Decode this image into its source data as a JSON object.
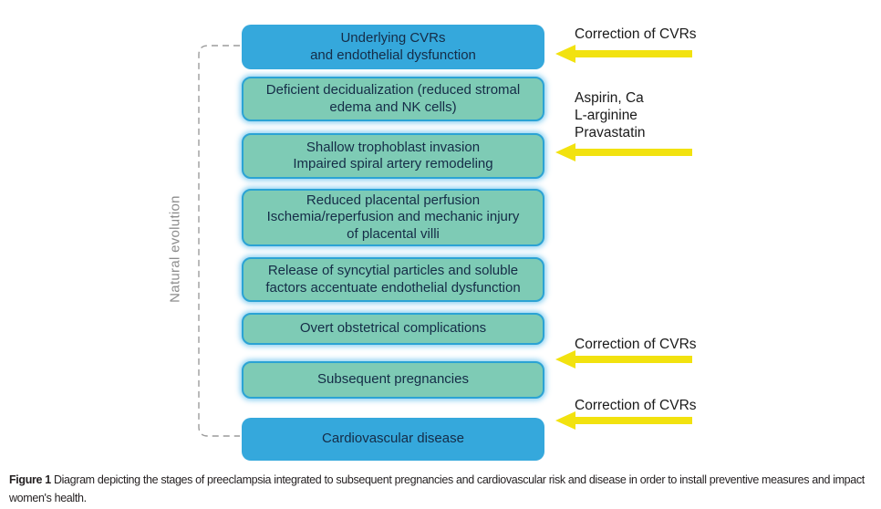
{
  "diagram": {
    "axis_label": "Natural evolution",
    "stages": [
      {
        "id": "underlying-cvrs",
        "style": "blue",
        "text": "Underlying CVRs\nand endothelial dysfunction"
      },
      {
        "id": "deficient-decidualization",
        "style": "teal",
        "text": "Deficient decidualization (reduced stromal\nedema and NK cells)"
      },
      {
        "id": "shallow-trophoblast-invasion",
        "style": "teal",
        "text": "Shallow trophoblast invasion\nImpaired spiral artery remodeling"
      },
      {
        "id": "reduced-placental-perfusion",
        "style": "teal",
        "text": "Reduced placental perfusion\nIschemia/reperfusion and mechanic injury\nof placental villi"
      },
      {
        "id": "syncytial-particles-release",
        "style": "teal",
        "text": "Release of syncytial particles and soluble\nfactors accentuate endothelial dysfunction"
      },
      {
        "id": "overt-obstetrical-complications",
        "style": "teal",
        "text": "Overt obstetrical complications"
      },
      {
        "id": "subsequent-pregnancies",
        "style": "teal",
        "text": "Subsequent pregnancies"
      },
      {
        "id": "cardiovascular-disease",
        "style": "blue",
        "text": "Cardiovascular disease"
      }
    ],
    "interventions": [
      {
        "text": "Correction of CVRs"
      },
      {
        "text": "Aspirin, Ca\nL-arginine\nPravastatin"
      },
      {
        "text": "Correction of CVRs"
      },
      {
        "text": "Correction of CVRs"
      }
    ]
  },
  "caption": {
    "label": "Figure 1",
    "text": "Diagram depicting the stages of preeclampsia integrated to subsequent pregnancies and cardiovascular risk and disease in order to install preventive measures and impact women's health."
  },
  "colors": {
    "stage_blue": "#35a8dc",
    "stage_teal_fill": "#7ecbb5",
    "stage_teal_border": "#2ba3d4",
    "arrow_yellow": "#f2e20f",
    "bracket_gray": "#9c9c9c",
    "box_text": "#152c47"
  }
}
